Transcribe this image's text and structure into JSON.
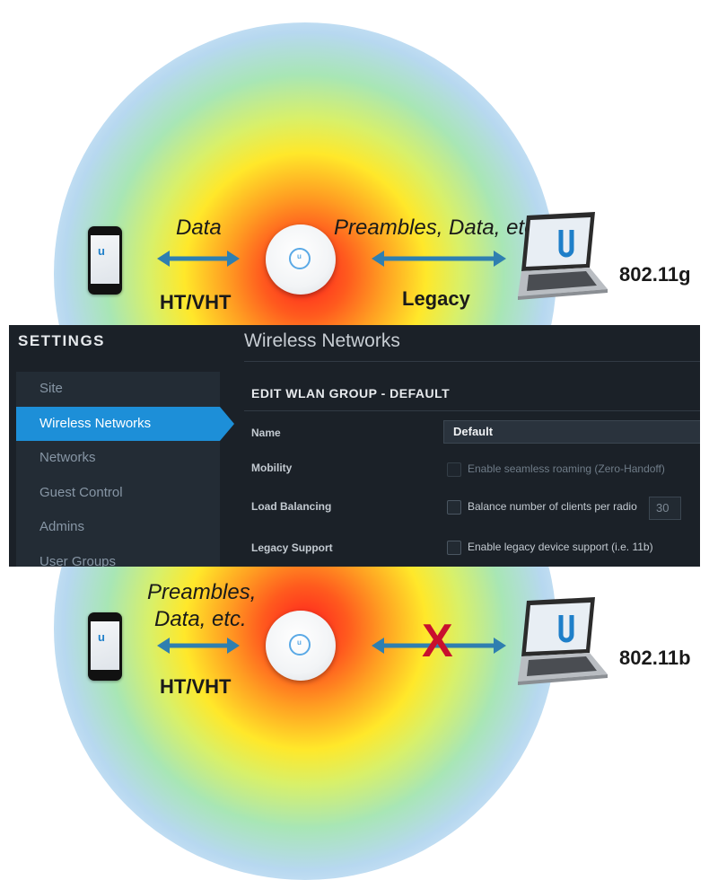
{
  "top_diagram": {
    "data_label": "Data",
    "preambles_label": "Preambles, Data, etc.",
    "ht_vht_label": "HT/VHT",
    "legacy_label": "Legacy",
    "client_label": "802.11g"
  },
  "settings_panel": {
    "title": "SETTINGS",
    "sidebar": {
      "items": [
        {
          "label": "Site",
          "active": false
        },
        {
          "label": "Wireless Networks",
          "active": true
        },
        {
          "label": "Networks",
          "active": false
        },
        {
          "label": "Guest Control",
          "active": false
        },
        {
          "label": "Admins",
          "active": false
        },
        {
          "label": "User Groups",
          "active": false
        }
      ]
    },
    "main_title": "Wireless Networks",
    "edit_heading": "EDIT WLAN GROUP - DEFAULT",
    "fields": {
      "name_label": "Name",
      "name_value": "Default",
      "mobility_label": "Mobility",
      "mobility_option": "Enable seamless roaming (Zero-Handoff)",
      "load_balancing_label": "Load Balancing",
      "load_balancing_option": "Balance number of clients per radio",
      "load_balancing_value": "30",
      "legacy_label": "Legacy Support",
      "legacy_option": "Enable legacy device support (i.e. 11b)"
    }
  },
  "bottom_diagram": {
    "preambles_line1": "Preambles,",
    "preambles_line2": "Data, etc.",
    "ht_vht_label": "HT/VHT",
    "blocked_mark": "X",
    "client_label": "802.11b"
  },
  "colors": {
    "arrow": "#2f7fb0",
    "accent": "#1d8fd8",
    "blocked": "#c8102e"
  }
}
